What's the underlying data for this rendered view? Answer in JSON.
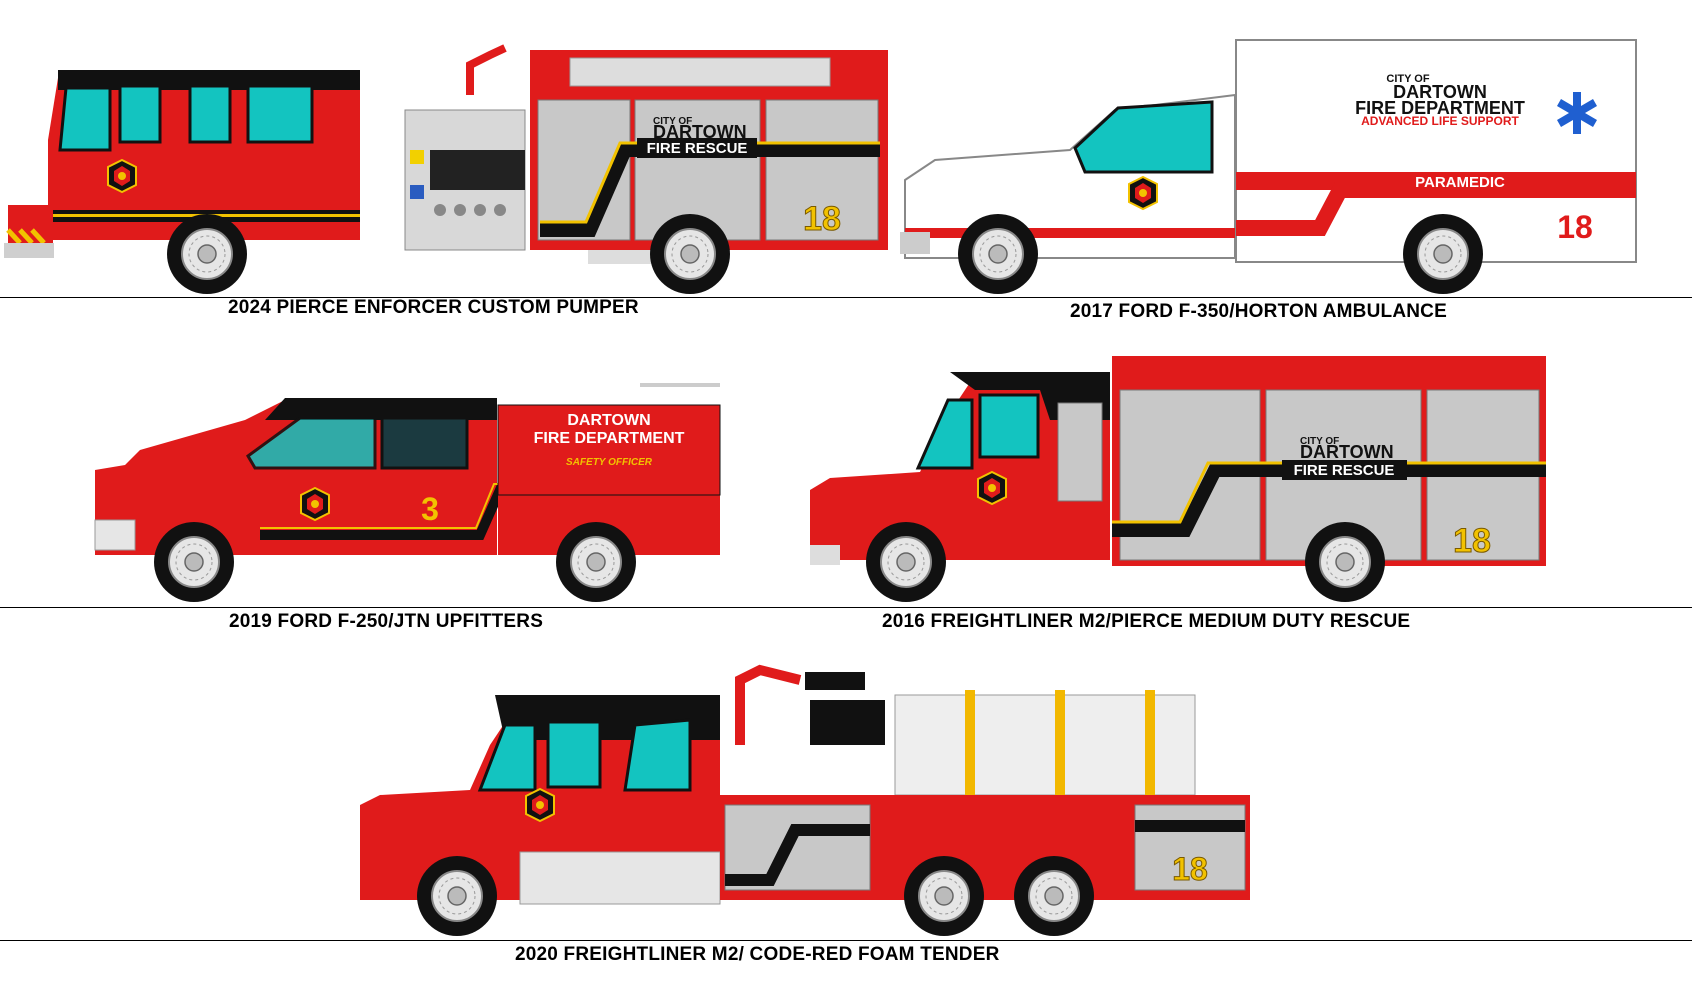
{
  "vehicles": [
    {
      "id": "pumper",
      "caption": "2024 PIERCE ENFORCER CUSTOM PUMPER",
      "door_text_small": "CITY OF",
      "door_text_big": "DARTOWN",
      "banner": "FIRE RESCUE",
      "unit_number": "18"
    },
    {
      "id": "ambulance",
      "caption": "2017 FORD F-350/HORTON AMBULANCE",
      "box_text_small": "CITY OF",
      "box_text_line1": "DARTOWN",
      "box_text_line2": "FIRE DEPARTMENT",
      "box_text_line3": "ADVANCED LIFE SUPPORT",
      "stripe_label": "PARAMEDIC",
      "unit_number": "18"
    },
    {
      "id": "pickup",
      "caption": "2019 FORD F-250/JTN UPFITTERS",
      "bed_line1": "DARTOWN",
      "bed_line2": "FIRE DEPARTMENT",
      "bed_line3": "SAFETY OFFICER",
      "unit_number": "3"
    },
    {
      "id": "rescue",
      "caption": "2016 FREIGHTLINER M2/PIERCE MEDIUM DUTY RESCUE",
      "door_text_small": "CITY OF",
      "door_text_big": "DARTOWN",
      "banner": "FIRE RESCUE",
      "unit_number": "18"
    },
    {
      "id": "tender",
      "caption": "2020 FREIGHTLINER M2/ CODE-RED FOAM TENDER",
      "unit_number": "18"
    }
  ],
  "colors": {
    "red": "#e01b1b",
    "black": "#111111",
    "gold": "#f2c200",
    "glass": "#13c4c0",
    "silver": "#c8c8c8"
  }
}
